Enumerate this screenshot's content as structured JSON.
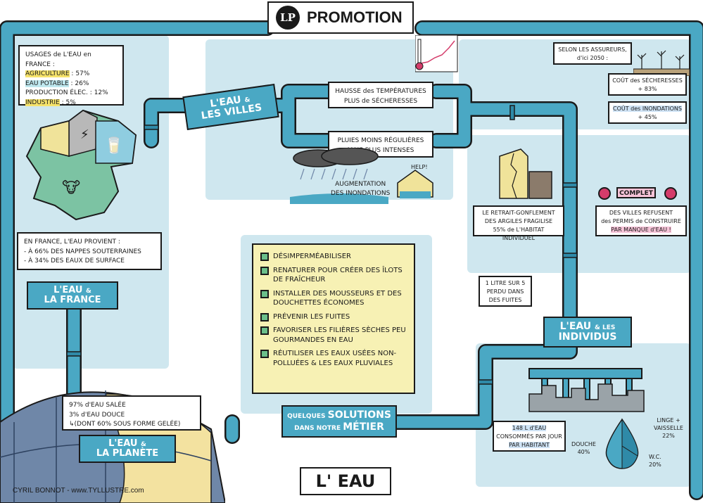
{
  "header": {
    "logo": "LP",
    "title": "PROMOTION"
  },
  "footer": {
    "center_title": "L' EAU",
    "credit": "CYRIL BONNOT - www.TYLLUSTRE.com"
  },
  "colors": {
    "pipe": "#4aa8c4",
    "panel": "#cfe7ef",
    "map_green": "#7cc3a3",
    "accent_yellow": "#f6e36b",
    "accent_pink": "#f7c4d8"
  },
  "sections": {
    "france": {
      "label_left": "L'EAU",
      "label_small": "&",
      "label_right": "LA FRANCE"
    },
    "villes": {
      "label_left": "L'EAU",
      "label_small": "&",
      "label_right": "LES VILLES"
    },
    "planete": {
      "label_left": "L'EAU",
      "label_small": "&",
      "label_right": "LA PLANÈTE"
    },
    "individus": {
      "label_left": "L'EAU",
      "label_small": "& LES",
      "label_right": "INDIVIDUS"
    },
    "solutions": {
      "label_left": "QUELQUES",
      "label_main": "SOLUTIONS",
      "label_small": "DANS NOTRE",
      "label_right": "MÉTIER"
    }
  },
  "usages": {
    "title": "USAGES de L'EAU en FRANCE :",
    "items": [
      {
        "label": "AGRICULTURE",
        "value": "57%"
      },
      {
        "label": "EAU POTABLE",
        "value": "26%"
      },
      {
        "label": "PRODUCTION ÉLEC.",
        "value": "12%"
      },
      {
        "label": "INDUSTRIE",
        "value": "5%"
      }
    ]
  },
  "provenance": {
    "title": "EN FRANCE, L'EAU PROVIENT :",
    "line1": "- À 66% DES NAPPES SOUTERRAINES",
    "line2": "- À 34% DES EAUX DE SURFACE"
  },
  "planete_box": {
    "line1": "97% d'EAU SALÉE",
    "line2": "3% d'EAU DOUCE",
    "line3": "(DONT 60% SOUS FORME GELÉE)"
  },
  "villes_boxes": {
    "temp": {
      "line1": "HAUSSE des TEMPÉRATURES",
      "line2": "PLUS de SÉCHERESSES"
    },
    "rain": {
      "line1": "PLUIES MOINS RÉGULIÈRES",
      "line2": "MAIS PLUS INTENSES"
    },
    "floods": {
      "line1": "AUGMENTATION",
      "line2": "des INONDATIONS"
    },
    "help": "HELP!"
  },
  "assureurs": {
    "title_line1": "SELON LES ASSUREURS,",
    "title_line2": "d'ici 2050 :",
    "cost1_line1": "COÛT des SÉCHERESSES",
    "cost1_line2": "+ 83%",
    "cost2_line1": "COÛT des INONDATIONS",
    "cost2_line2": "+ 45%"
  },
  "argiles": {
    "line1": "LE RETRAIT-GONFLEMENT",
    "line2": "DES ARGILES FRAGILISE",
    "line3": "55% de L'HABITAT INDIVIDUEL"
  },
  "refus": {
    "sign": "COMPLET",
    "line1": "DES VILLES REFUSENT",
    "line2": "des PERMIS de CONSTRUIRE",
    "line3": "PAR MANQUE d'EAU !"
  },
  "fuites": {
    "line1": "1 LITRE SUR 5",
    "line2": "PERDU DANS",
    "line3": "DES FUITES"
  },
  "solutions_list": [
    "DÉSIMPERMÉABILISER",
    "RENATURER POUR CRÉER des ÎLOTS de FRAÎCHEUR",
    "INSTALLER des MOUSSEURS et des DOUCHETTES ÉCONOMES",
    "PRÉVENIR les FUITES",
    "FAVORISER LES FILIÈRES SÈCHES peu GOURMANDES en EAU",
    "RÉUTILISER les EAUX USÉES NON-POLLUÉES & LES EAUX PLUVIALES"
  ],
  "conso": {
    "line1": "148 L d'EAU",
    "line2": "CONSOMMÉS PAR JOUR",
    "line3": "PAR HABITANT",
    "douche_label": "DOUCHE",
    "douche_value": "40%",
    "linge_label": "LINGE + VAISSELLE",
    "linge_value": "22%",
    "wc_label": "W.C.",
    "wc_value": "20%"
  }
}
